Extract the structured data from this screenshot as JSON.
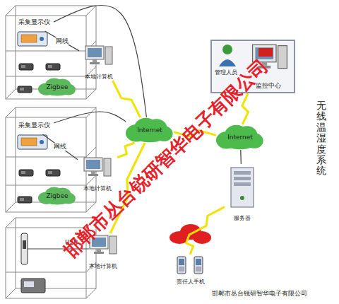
{
  "diagram": {
    "nodes": [
      {
        "text": [
          "采集显示仪"
        ]
      },
      {
        "text": [
          "Zigbee"
        ]
      },
      {
        "text": [
          "本地计算机"
        ]
      },
      {
        "text": [
          "采集显示仪"
        ]
      },
      {
        "text": [
          "Zigbee"
        ]
      },
      {
        "text": [
          "本地计算机"
        ]
      },
      {
        "text": [
          "本地计算机"
        ]
      },
      {
        "text": [
          "Internet"
        ]
      },
      {
        "text": [
          "Internet"
        ]
      },
      {
        "text": [
          "监控中心",
          "管理人员"
        ]
      },
      {
        "text": [
          "服务器"
        ]
      },
      {
        "text": [
          "责任人手机"
        ]
      }
    ],
    "edges": [
      {
        "from": 0,
        "to": 2,
        "label": "网线",
        "arrow": "none"
      },
      {
        "from": 0,
        "to": 7,
        "arrow": "none"
      },
      {
        "from": 3,
        "to": 5,
        "label": "网线",
        "arrow": "none"
      },
      {
        "from": 3,
        "to": 7,
        "arrow": "none"
      },
      {
        "from": 2,
        "to": 7,
        "arrow": "none"
      },
      {
        "from": 5,
        "to": 7,
        "arrow": "none"
      },
      {
        "from": 6,
        "to": 7,
        "arrow": "none"
      },
      {
        "from": 7,
        "to": 8,
        "arrow": "none"
      },
      {
        "from": 8,
        "to": 9,
        "arrow": "none"
      },
      {
        "from": 8,
        "to": 10,
        "arrow": "none"
      },
      {
        "from": 10,
        "to": 11,
        "arrow": "none"
      }
    ],
    "labels": [
      "USB",
      "无线温湿度系统",
      "邯郸市丛台锐研智华电子有限公司",
      "邯郸市丛台锐研智华电子有限公司"
    ]
  }
}
